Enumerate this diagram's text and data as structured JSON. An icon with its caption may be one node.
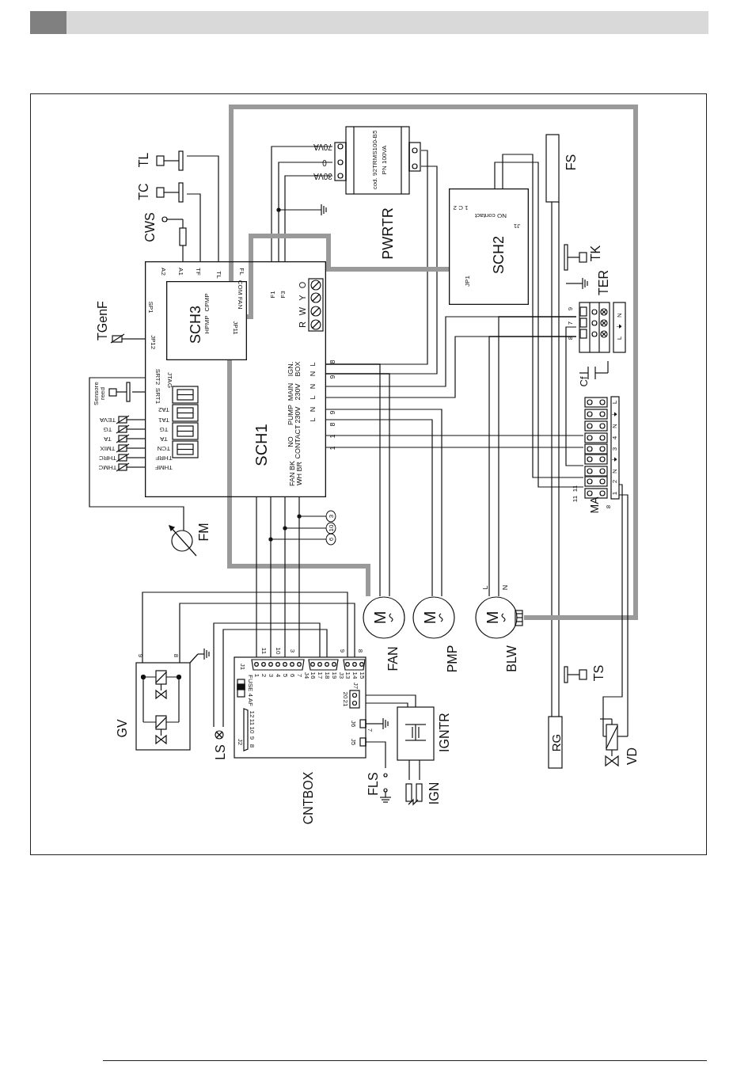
{
  "diagram": {
    "nodes": [
      {
        "text": [
          "SCH1"
        ]
      },
      {
        "text": [
          "SCH3"
        ],
        "in": 0
      },
      {
        "text": [
          "cod. 92TRMS100-B5",
          "PN 100VA",
          "PWRTR"
        ]
      },
      {
        "text": [
          "SCH2"
        ]
      },
      {
        "text": [
          "FS"
        ]
      },
      {
        "text": [
          "TK"
        ]
      },
      {
        "text": [
          "TER"
        ]
      },
      {
        "text": [
          "Cf"
        ]
      },
      {
        "text": [
          "MA"
        ]
      },
      {
        "text": [
          "M",
          "FAN"
        ]
      },
      {
        "text": [
          "M",
          "PMP"
        ]
      },
      {
        "text": [
          "M",
          "BLW"
        ]
      },
      {
        "text": [
          "TS"
        ]
      },
      {
        "text": [
          "RG"
        ]
      },
      {
        "text": [
          "VD"
        ]
      },
      {
        "text": [
          "IGNTR"
        ]
      },
      {
        "text": [
          "IGN"
        ]
      },
      {
        "text": [
          "FLS"
        ]
      },
      {
        "text": [
          "CNTBOX"
        ]
      },
      {
        "text": [
          "LS"
        ]
      },
      {
        "text": [
          "GV"
        ]
      },
      {
        "text": [
          "FM"
        ]
      },
      {
        "text": [
          "TGenF"
        ]
      },
      {
        "text": [
          "CWS"
        ]
      },
      {
        "text": [
          "TC"
        ]
      },
      {
        "text": [
          "TL"
        ]
      },
      {
        "text": [
          "Sensore reed"
        ]
      },
      {
        "text": [
          "TEVA"
        ]
      },
      {
        "text": [
          "TG"
        ]
      },
      {
        "text": [
          "TA"
        ]
      },
      {
        "text": [
          "TMIX"
        ]
      },
      {
        "text": [
          "THRC"
        ]
      },
      {
        "text": [
          "THMC"
        ]
      },
      {
        "text": [],
        "shape": "box",
        "in": 0
      }
    ],
    "edges": [
      {
        "from": 25,
        "to": 0,
        "arrow": "none"
      },
      {
        "from": 24,
        "to": 0,
        "arrow": "none"
      },
      {
        "from": 23,
        "to": 0,
        "arrow": "none"
      },
      {
        "from": 22,
        "to": 0,
        "arrow": "none"
      },
      {
        "from": 26,
        "to": 0,
        "arrow": "none"
      },
      {
        "from": 27,
        "to": 0,
        "arrow": "none"
      },
      {
        "from": 28,
        "to": 0,
        "arrow": "none"
      },
      {
        "from": 29,
        "to": 0,
        "arrow": "none"
      },
      {
        "from": 30,
        "to": 0,
        "arrow": "none"
      },
      {
        "from": 31,
        "to": 0,
        "arrow": "none"
      },
      {
        "from": 32,
        "to": 0,
        "arrow": "none"
      },
      {
        "from": 0,
        "to": 21,
        "arrow": "none"
      },
      {
        "from": 2,
        "to": 0,
        "arrow": "none"
      },
      {
        "from": 2,
        "to": 0,
        "arrow": "none"
      },
      {
        "from": 2,
        "to": 0,
        "arrow": "none"
      },
      {
        "from": 2,
        "to": 0,
        "arrow": "none"
      },
      {
        "from": 2,
        "to": 0,
        "arrow": "none"
      },
      {
        "from": 3,
        "to": 1,
        "arrow": "none",
        "style": "thick",
        "color": "#9a9a9a"
      },
      {
        "from": 3,
        "to": 8,
        "arrow": "none"
      },
      {
        "from": 3,
        "to": 8,
        "arrow": "none"
      },
      {
        "from": 4,
        "to": 13,
        "arrow": "none"
      },
      {
        "from": 4,
        "to": 13,
        "arrow": "none"
      },
      {
        "from": 0,
        "to": 6,
        "arrow": "none"
      },
      {
        "from": 0,
        "to": 6,
        "arrow": "none"
      },
      {
        "from": 0,
        "to": 10,
        "arrow": "none"
      },
      {
        "from": 0,
        "to": 10,
        "arrow": "none"
      },
      {
        "from": 0,
        "to": 8,
        "arrow": "none"
      },
      {
        "from": 0,
        "to": 8,
        "arrow": "none"
      },
      {
        "from": 0,
        "to": 9,
        "arrow": "none"
      },
      {
        "from": 0,
        "to": 9,
        "arrow": "none"
      },
      {
        "from": 6,
        "to": 11,
        "arrow": "none"
      },
      {
        "from": 6,
        "to": 11,
        "arrow": "none"
      },
      {
        "from": 1,
        "to": 9,
        "arrow": "none",
        "style": "thick",
        "color": "#9a9a9a"
      },
      {
        "from": 11,
        "to": 1,
        "arrow": "none",
        "style": "thick",
        "color": "#9a9a9a"
      },
      {
        "from": 0,
        "to": 18,
        "arrow": "none"
      },
      {
        "from": 0,
        "to": 18,
        "arrow": "none"
      },
      {
        "from": 0,
        "to": 18,
        "arrow": "none"
      },
      {
        "from": 0,
        "to": 18,
        "arrow": "none"
      },
      {
        "from": 18,
        "to": 20,
        "arrow": "none"
      },
      {
        "from": 18,
        "to": 20,
        "arrow": "none"
      },
      {
        "from": 18,
        "to": 19,
        "arrow": "none"
      },
      {
        "from": 18,
        "to": 19,
        "arrow": "none"
      },
      {
        "from": 18,
        "to": 15,
        "arrow": "none"
      },
      {
        "from": 18,
        "to": 15,
        "arrow": "none"
      },
      {
        "from": 18,
        "to": 17,
        "arrow": "none"
      },
      {
        "from": 15,
        "to": 16,
        "arrow": "none"
      },
      {
        "from": 15,
        "to": 16,
        "arrow": "none"
      },
      {
        "from": 8,
        "to": 14,
        "arrow": "none"
      },
      {
        "from": 8,
        "to": 14,
        "arrow": "none"
      },
      {
        "from": 6,
        "to": 8,
        "arrow": "none"
      }
    ],
    "labels": [
      "70VA",
      "0",
      "30VA",
      "A2",
      "A1",
      "TF",
      "TL",
      "FL",
      "COM FAN",
      "SP1",
      "JP12",
      "CPMP",
      "HPMP",
      "JP11",
      "SRT2",
      "JTAG",
      "SRT1",
      "TA2",
      "TA1",
      "TG",
      "TA",
      "TCN",
      "THRF",
      "THMF",
      "F1",
      "F3",
      "O",
      "Y",
      "W",
      "R",
      "IGN. BOX",
      "MAIN 230V",
      "PUMP 230V",
      "NO CONTACT",
      "FAN BK WH BR",
      "L",
      "N",
      "N",
      "L",
      "N",
      "L",
      "8",
      "9",
      "9",
      "8",
      "1",
      "1",
      "1 C 2",
      "NO contact",
      "J1",
      "JP1",
      "9",
      "7",
      "8",
      "N",
      "⏚",
      "L",
      "L",
      "⏚",
      "N",
      "4",
      "3",
      "⏚",
      "N",
      "2",
      "1",
      "11",
      "11",
      "8",
      "L",
      "N",
      "11",
      "10",
      "3",
      "9",
      "8",
      "J1",
      "1",
      "2",
      "3",
      "4",
      "5",
      "6",
      "7",
      "J4",
      "16",
      "17",
      "18",
      "19",
      "J3",
      "13",
      "14",
      "15",
      "J7",
      "20",
      "21",
      "FUSE 4 AF",
      "12",
      "11",
      "10",
      "9",
      "8",
      "J2",
      "J6",
      "7",
      "J5",
      "9",
      "8",
      "3",
      "10",
      "6"
    ]
  }
}
